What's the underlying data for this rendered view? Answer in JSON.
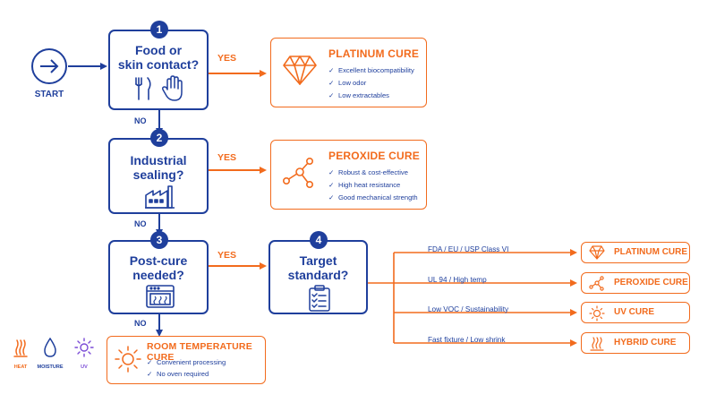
{
  "start": {
    "label": "START"
  },
  "questions": [
    {
      "number": "1",
      "title": "Food or skin contact?",
      "line1": "Food or",
      "line2": "skin contact?"
    },
    {
      "number": "2",
      "title": "Industrial sealing?",
      "line1": "Industrial",
      "line2": "sealing?"
    },
    {
      "number": "3",
      "title": "Post-cure needed?",
      "line1": "Post-cure",
      "line2": "needed?"
    },
    {
      "number": "4",
      "title": "Target standard?",
      "line1": "Target",
      "line2": "standard?"
    }
  ],
  "edge_labels": {
    "yes": "YES",
    "no": "NO"
  },
  "outcomes": {
    "platinum": {
      "title": "PLATINUM CURE",
      "features": [
        "Excellent biocompatibility",
        "Low odor",
        "Low extractables"
      ]
    },
    "peroxide": {
      "title": "PEROXIDE CURE",
      "features": [
        "Robust & cost-effective",
        "High heat resistance",
        "Good mechanical strength"
      ]
    },
    "room_temp": {
      "title": "ROOM TEMPERATURE CURE",
      "features": [
        "Convenient processing",
        "No oven required"
      ]
    }
  },
  "standards": [
    {
      "condition": "FDA / EU / USP Class VI",
      "result": "PLATINUM CURE",
      "icon": "diamond-icon"
    },
    {
      "condition": "UL 94 / High temp",
      "result": "PEROXIDE CURE",
      "icon": "molecule-icon"
    },
    {
      "condition": "Low VOC / Sustainability",
      "result": "UV CURE",
      "icon": "sun-icon"
    },
    {
      "condition": "Fast fixture / Low shrink",
      "result": "HYBRID CURE",
      "icon": "heat-icon"
    }
  ],
  "legend": [
    {
      "label": "HEAT",
      "icon": "heat-icon",
      "color": "#f26b1d"
    },
    {
      "label": "MOISTURE",
      "icon": "droplet-icon",
      "color": "#1f3f9c"
    },
    {
      "label": "UV",
      "icon": "sun-icon",
      "color": "#7a4bd6"
    }
  ],
  "colors": {
    "primary": "#1f3f9c",
    "accent": "#f26b1d",
    "uv": "#7a4bd6"
  }
}
